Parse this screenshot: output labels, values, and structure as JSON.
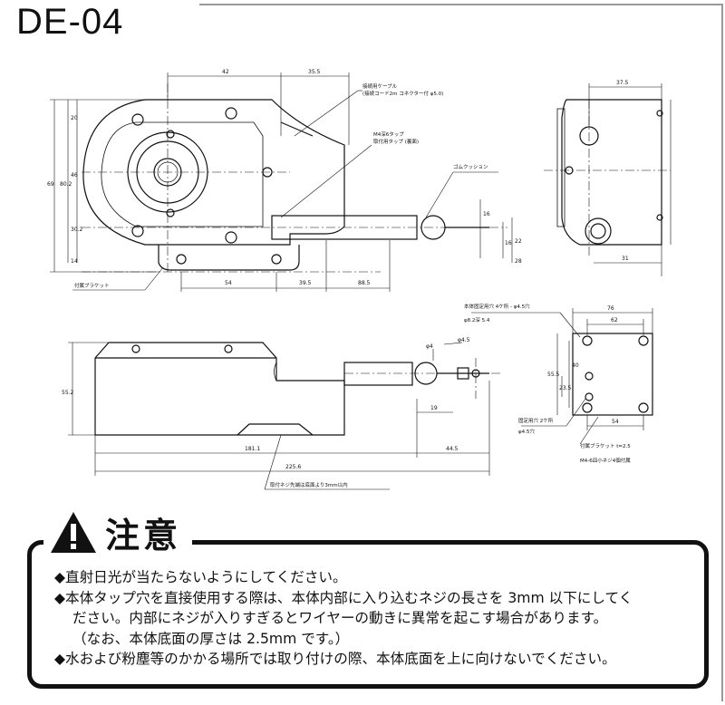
{
  "title": "DE-04",
  "drawing": {
    "dims": {
      "d1": "42",
      "d2": "35.5",
      "d3": "37.5",
      "d4": "31",
      "d5": "69",
      "d6": "80.2",
      "d7": "20",
      "d8": "46",
      "d9": "30.2",
      "d10": "14",
      "d11": "22",
      "d12": "16",
      "d13": "16",
      "d14": "28",
      "d15": "54",
      "d16": "39.5",
      "d17": "88.5",
      "d18": "55.2",
      "d19": "181.1",
      "d20": "44.5",
      "d21": "225.6",
      "d22": "φ4",
      "d23": "19",
      "d24": "76",
      "d25": "62",
      "d26": "40",
      "d27": "55.5",
      "d28": "23.5",
      "d29": "54",
      "d30": "φ4.5"
    },
    "labels": {
      "cable": "接続用ケーブル",
      "cable_sub": "(接続コード2m コネクター付 φ5.0)",
      "tap1": "M4深6タップ",
      "tap1_sub": "取付用タップ (裏面)",
      "cushion": "ゴムクッション",
      "bracket": "付属ブラケット",
      "hole_a": "本体固定用穴 4ケ所 - φ4.5穴",
      "hole_a_sub": "φ8.2深 5.4",
      "hole_b": "固定用穴 2ケ所",
      "hole_b_sub": "φ4.5穴",
      "bracket_t": "付属ブラケット t=2.5",
      "screw_note": "M4-6皿小ネジ4個付属",
      "bottom_note": "取付ネジ先端は底面より3mm以内"
    }
  },
  "caution": {
    "title": "注意",
    "lines": [
      "◆直射日光が当たらないようにしてください。",
      "◆本体タップ穴を直接使用する際は、本体内部に入り込むネジの長さを 3mm 以下にしてく",
      "ださい。内部にネジが入りすぎるとワイヤーの動きに異常を起こす場合があります。",
      "（なお、本体底面の厚さは 2.5mm です。）",
      "◆水および粉塵等のかかる場所では取り付けの際、本体底面を上に向けないでください。"
    ]
  }
}
